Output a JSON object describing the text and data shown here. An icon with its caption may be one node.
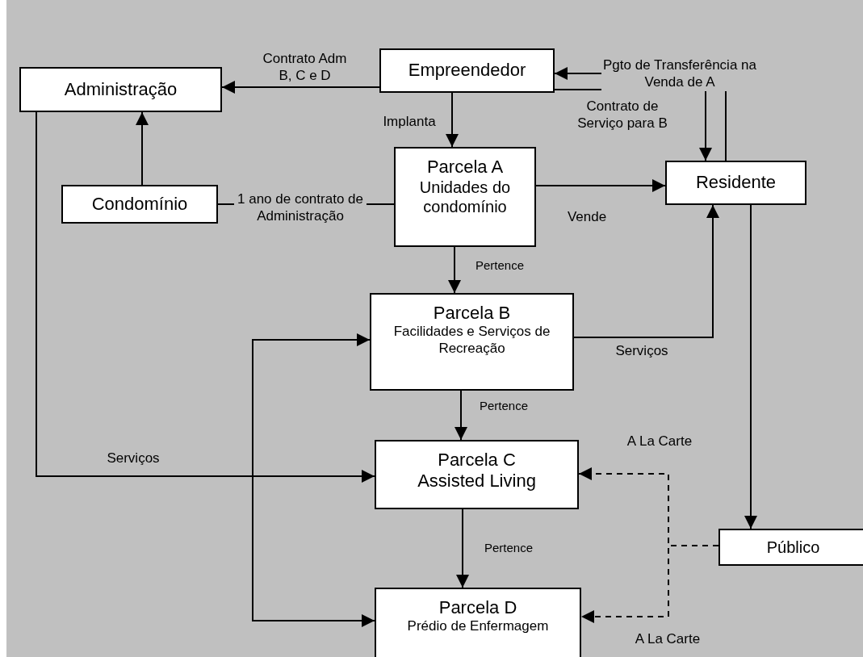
{
  "diagram": {
    "nodes": [
      {
        "text": [
          "Empreendedor"
        ]
      },
      {
        "text": [
          "Administração"
        ]
      },
      {
        "text": [
          "Condomínio"
        ]
      },
      {
        "text": [
          "Parcela A",
          "Unidades do condomínio"
        ]
      },
      {
        "text": [
          "Residente"
        ]
      },
      {
        "text": [
          "Parcela B",
          "Facilidades e Serviços de Recreação"
        ]
      },
      {
        "text": [
          "Parcela C",
          "Assisted Living"
        ]
      },
      {
        "text": [
          "Parcela D",
          "Prédio de Enfermagem"
        ]
      },
      {
        "text": [
          "Público"
        ]
      }
    ],
    "edges": [
      {
        "from": 0,
        "to": 1,
        "arrow": "to",
        "label": "Contrato Adm B, C e D"
      },
      {
        "from": 2,
        "to": 1,
        "arrow": "to"
      },
      {
        "from": 2,
        "to": 3,
        "arrow": "none",
        "label": "1 ano de contrato de Administração"
      },
      {
        "from": 0,
        "to": 3,
        "arrow": "to",
        "label": "Implanta"
      },
      {
        "from": 0,
        "to": 4,
        "arrow": "to",
        "label": "Contrato de Serviço para B"
      },
      {
        "from": 4,
        "to": 0,
        "arrow": "to",
        "label": "Pgto de Transferência na Venda de A"
      },
      {
        "from": 3,
        "to": 4,
        "arrow": "to",
        "label": "Vende"
      },
      {
        "from": 3,
        "to": 5,
        "arrow": "to",
        "label": "Pertence"
      },
      {
        "from": 5,
        "to": 4,
        "arrow": "to",
        "label": "Serviços"
      },
      {
        "from": 4,
        "to": 8,
        "arrow": "to"
      },
      {
        "from": 1,
        "to": 6,
        "arrow": "to",
        "label": "Serviços"
      },
      {
        "from": 5,
        "to": 6,
        "arrow": "to",
        "label": "Pertence"
      },
      {
        "from": 6,
        "to": 7,
        "arrow": "to",
        "label": "Pertence"
      },
      {
        "from": 8,
        "to": 6,
        "arrow": "to",
        "style": "dashed",
        "label": "A La Carte"
      },
      {
        "from": 8,
        "to": 7,
        "arrow": "to",
        "style": "dashed",
        "label": "A La Carte"
      },
      {
        "from": 5,
        "to": 7,
        "arrow": "both"
      }
    ]
  }
}
